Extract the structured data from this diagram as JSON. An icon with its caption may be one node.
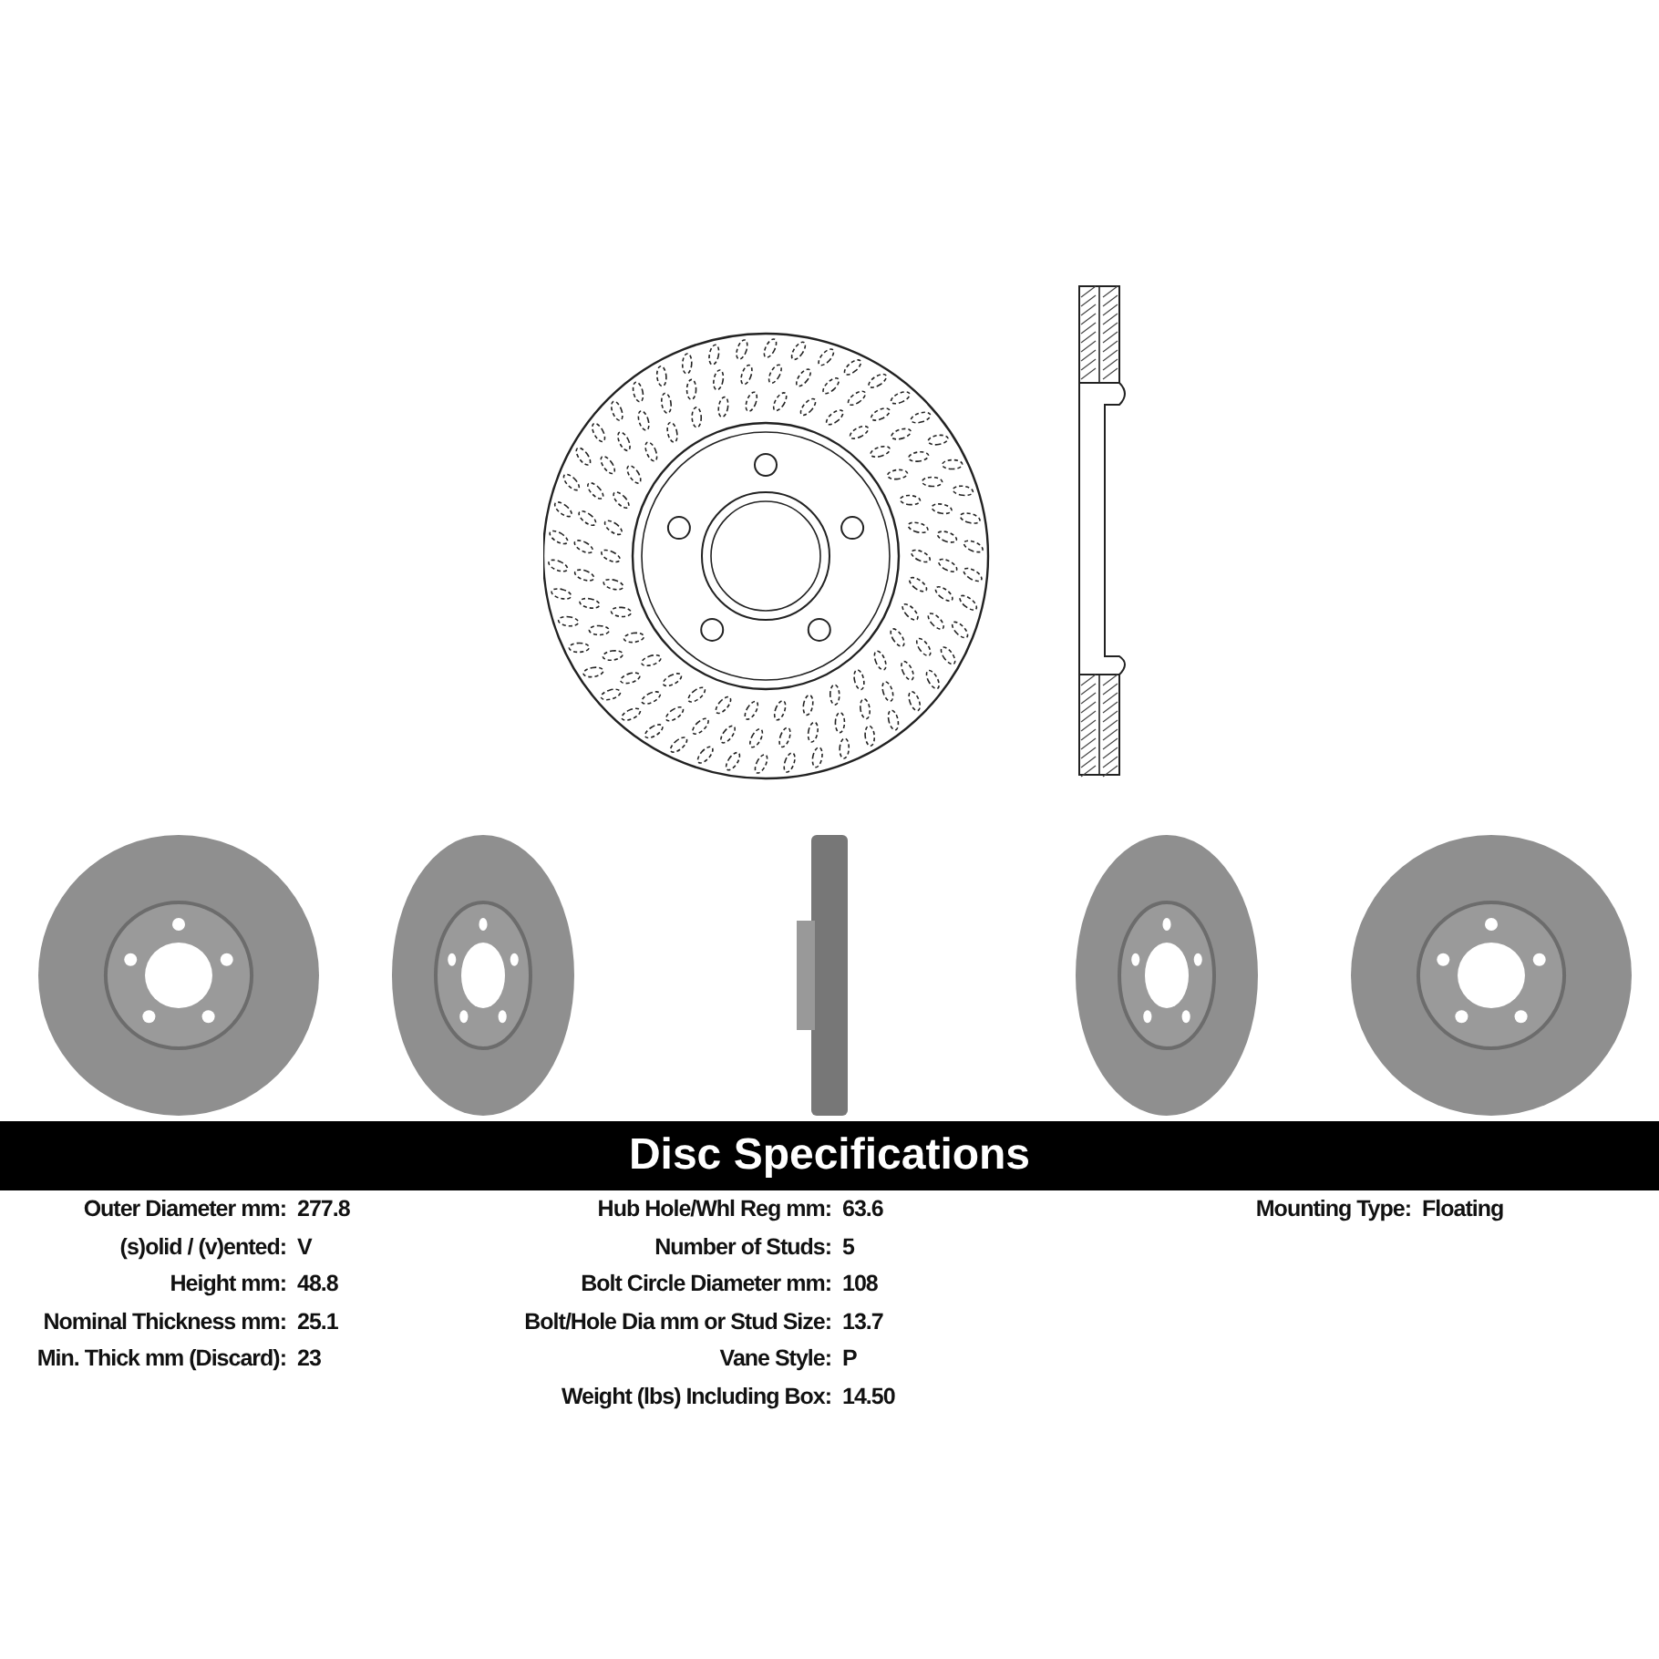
{
  "diagram": {
    "title": "Disc Specifications",
    "labels": [
      "Outer Diameter mm:",
      "277.8",
      "Hub Hole/Whl Reg mm:",
      "63.6",
      "Mounting Type:",
      "Floating",
      "(s)olid / (v)ented:",
      "V",
      "Number of Studs:",
      "5",
      "Height mm:",
      "48.8",
      "Bolt Circle Diameter mm:",
      "108",
      "Nominal Thickness mm:",
      "25.1",
      "Bolt/Hole Dia mm or Stud Size:",
      "13.7",
      "Min. Thick mm (Discard):",
      "23",
      "Vane Style:",
      "P",
      "Weight (lbs) Including Box:",
      "14.50"
    ]
  }
}
